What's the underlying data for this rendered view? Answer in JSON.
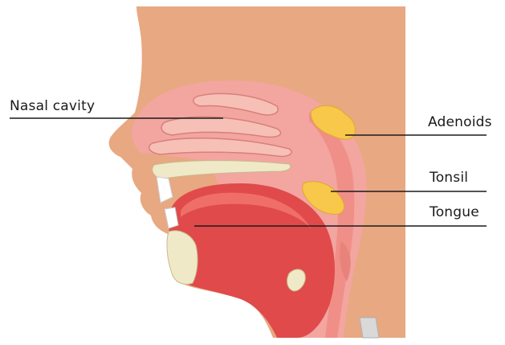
{
  "diagram": {
    "labels": {
      "nasal_cavity": "Nasal cavity",
      "adenoids": "Adenoids",
      "tonsil": "Tonsil",
      "tongue": "Tongue"
    },
    "colors": {
      "skin": "#e8a882",
      "skin_dark": "#d9946e",
      "tissue_pink": "#f3a5a0",
      "tissue_light": "#f6c0b6",
      "tongue_red": "#e04a4a",
      "tongue_light": "#ef6e68",
      "bone": "#efe9c8",
      "adenoid_yellow": "#f7c84a",
      "leader_line": "#1a1a1a"
    }
  }
}
